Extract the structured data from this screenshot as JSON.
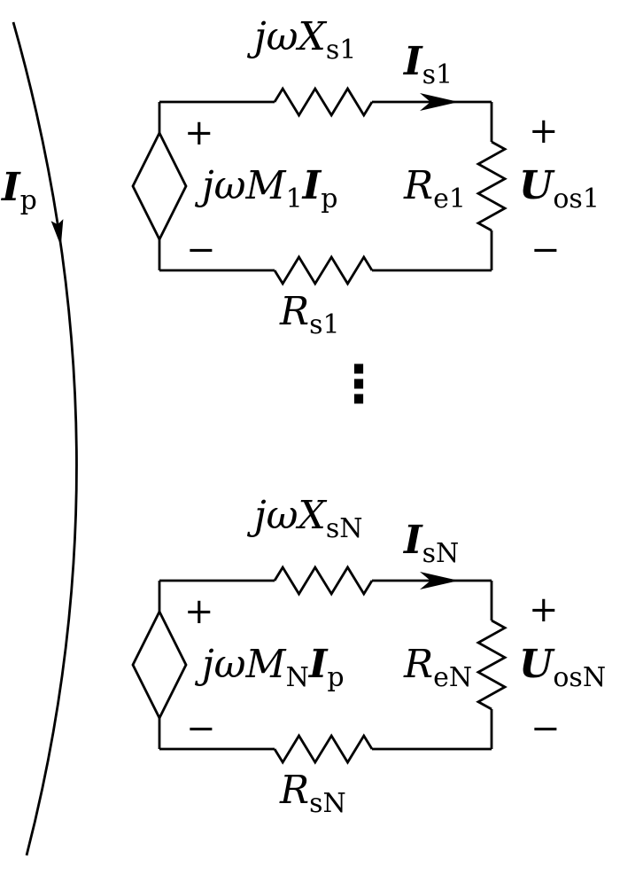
{
  "primary": {
    "current": {
      "main": "I",
      "sub": "p"
    }
  },
  "ellipsis": "⋮",
  "circuits": [
    {
      "reactance": {
        "main": "jωX",
        "sub": "s1"
      },
      "current": {
        "main": "I",
        "sub": "s1"
      },
      "source": {
        "plus": "+",
        "minus": "−",
        "main": "jωM",
        "msub": "1",
        "i": "I",
        "isub": "p"
      },
      "load": {
        "main": "R",
        "sub": "e1"
      },
      "voltage": {
        "plus": "+",
        "main": "U",
        "sub": "os1",
        "minus": "−"
      },
      "series_resistor": {
        "main": "R",
        "sub": "s1"
      }
    },
    {
      "reactance": {
        "main": "jωX",
        "sub": "sN"
      },
      "current": {
        "main": "I",
        "sub": "sN"
      },
      "source": {
        "plus": "+",
        "minus": "−",
        "main": "jωM",
        "msub": "N",
        "i": "I",
        "isub": "p"
      },
      "load": {
        "main": "R",
        "sub": "eN"
      },
      "voltage": {
        "plus": "+",
        "main": "U",
        "sub": "osN",
        "minus": "−"
      },
      "series_resistor": {
        "main": "R",
        "sub": "sN"
      }
    }
  ]
}
